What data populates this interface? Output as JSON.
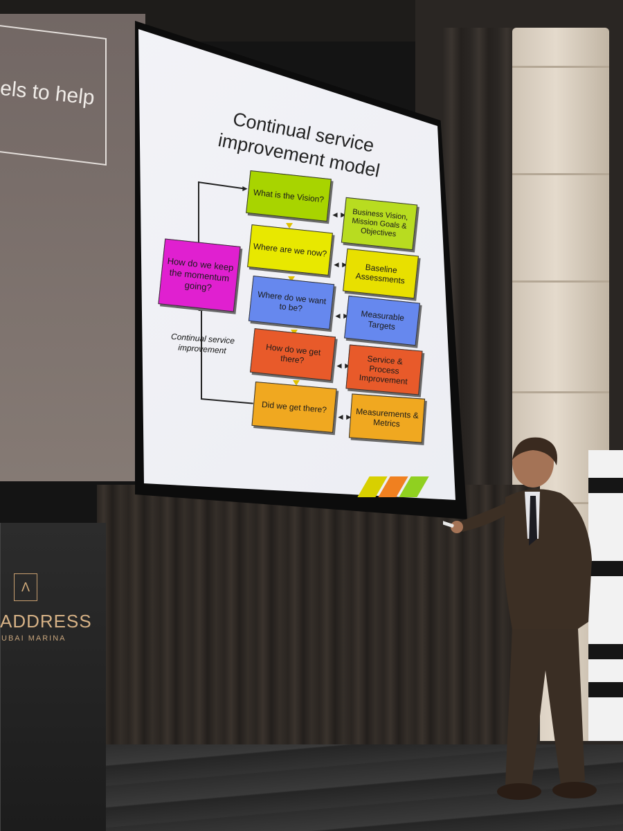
{
  "left_slide": {
    "text": "els to help"
  },
  "slide": {
    "title": "Continual service improvement model",
    "flow_boxes": [
      {
        "label": "What is the Vision?",
        "color": "#a8d400"
      },
      {
        "label": "Where are we now?",
        "color": "#e8e800"
      },
      {
        "label": "Where do we want to be?",
        "color": "#6688ee"
      },
      {
        "label": "How do we get there?",
        "color": "#e85a2a"
      },
      {
        "label": "Did we get there?",
        "color": "#f0a820"
      }
    ],
    "result_boxes": [
      {
        "label": "Business Vision, Mission Goals & Objectives",
        "color": "#b8dc20"
      },
      {
        "label": "Baseline Assessments",
        "color": "#e8e000"
      },
      {
        "label": "Measurable Targets",
        "color": "#6688ee"
      },
      {
        "label": "Service & Process Improvement",
        "color": "#e85a2a"
      },
      {
        "label": "Measurements & Metrics",
        "color": "#f0a820"
      }
    ],
    "loop_box": {
      "label": "How do we keep the momentum going?",
      "color": "#e020d0"
    },
    "loop_label": "Continual service improvement",
    "footer_bar_colors": [
      "#d8d000",
      "#f08020",
      "#90d020"
    ]
  },
  "podium": {
    "logo_glyph": "Λ",
    "name": "ADDRESS",
    "subtitle": "UBAI MARINA"
  }
}
